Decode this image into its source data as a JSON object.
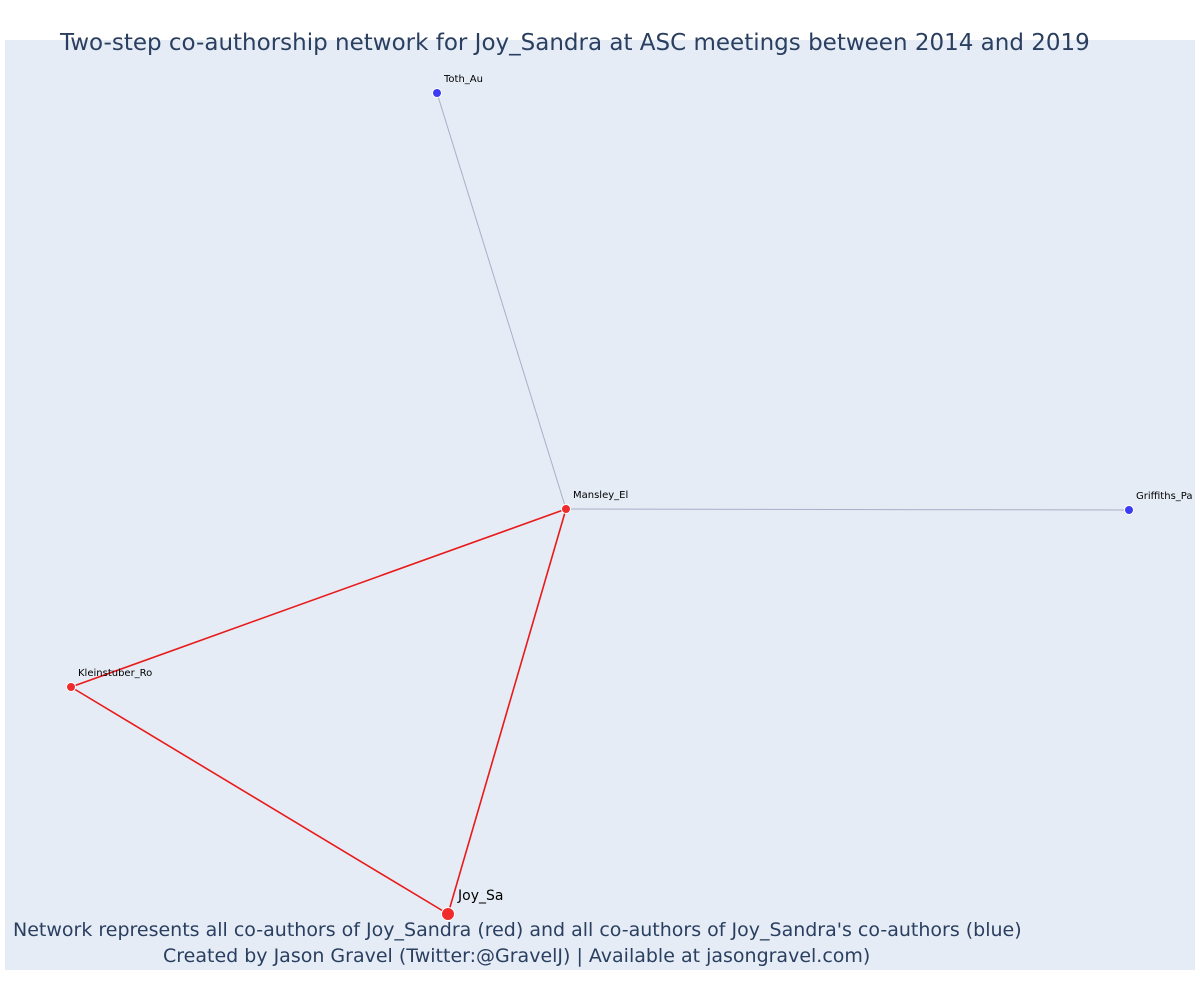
{
  "chart_data": {
    "type": "network",
    "title": "Two-step co-authorship network for Joy_Sandra at ASC meetings between 2014 and 2019",
    "colors": {
      "plot_background": "#e5ecf6",
      "red_node": "#ef2b2b",
      "blue_node": "#3c3cf2",
      "red_edge": "#e81a1a",
      "grey_edge": "#a9afc6",
      "text": "#2a3f5f"
    },
    "nodes": [
      {
        "id": "Toth_Au",
        "label": "Toth_Au",
        "group": "blue",
        "focal": false
      },
      {
        "id": "Mansley_El",
        "label": "Mansley_El",
        "group": "red",
        "focal": false
      },
      {
        "id": "Griffiths_Pa",
        "label": "Griffiths_Pa",
        "group": "blue",
        "focal": false
      },
      {
        "id": "Kleinstuber_Ro",
        "label": "Kleinstuber_Ro",
        "group": "red",
        "focal": false
      },
      {
        "id": "Joy_Sa",
        "label": "Joy_Sa",
        "group": "red",
        "focal": true
      }
    ],
    "edges": [
      {
        "source": "Toth_Au",
        "target": "Mansley_El",
        "group": "grey"
      },
      {
        "source": "Mansley_El",
        "target": "Griffiths_Pa",
        "group": "grey"
      },
      {
        "source": "Mansley_El",
        "target": "Kleinstuber_Ro",
        "group": "red"
      },
      {
        "source": "Mansley_El",
        "target": "Joy_Sa",
        "group": "red"
      },
      {
        "source": "Kleinstuber_Ro",
        "target": "Joy_Sa",
        "group": "red"
      }
    ]
  },
  "footnote": {
    "line1": "Network represents all co-authors of Joy_Sandra (red) and all co-authors of Joy_Sandra's co-authors (blue)",
    "line2": "Created by Jason Gravel (Twitter:@GravelJ) | Available at jasongravel.com)"
  }
}
